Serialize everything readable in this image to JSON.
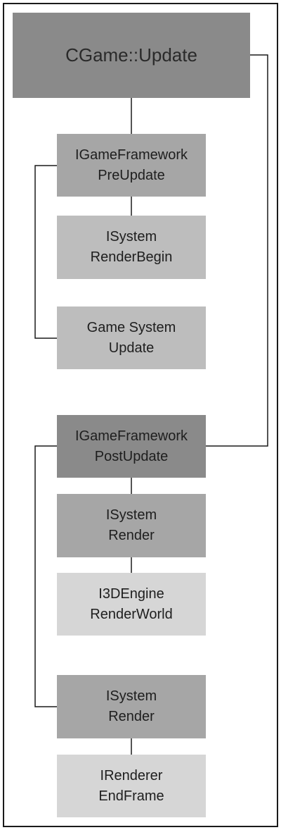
{
  "colors": {
    "dark": "#8a8a8a",
    "medium": "#a6a6a6",
    "light": "#bdbdbd",
    "lightest": "#d6d6d6",
    "line": "#1a1a1a"
  },
  "nodes": {
    "cgame_update": {
      "line1": "CGame::Update"
    },
    "gameframework_preupdate": {
      "line1": "IGameFramework",
      "line2": "PreUpdate"
    },
    "system_renderbegin": {
      "line1": "ISystem",
      "line2": "RenderBegin"
    },
    "gamesystem_update": {
      "line1": "Game System",
      "line2": "Update"
    },
    "gameframework_postupdate": {
      "line1": "IGameFramework",
      "line2": "PostUpdate"
    },
    "system_render_1": {
      "line1": "ISystem",
      "line2": "Render"
    },
    "engine_renderworld": {
      "line1": "I3DEngine",
      "line2": "RenderWorld"
    },
    "system_render_2": {
      "line1": "ISystem",
      "line2": "Render"
    },
    "renderer_endframe": {
      "line1": "IRenderer",
      "line2": "EndFrame"
    }
  }
}
